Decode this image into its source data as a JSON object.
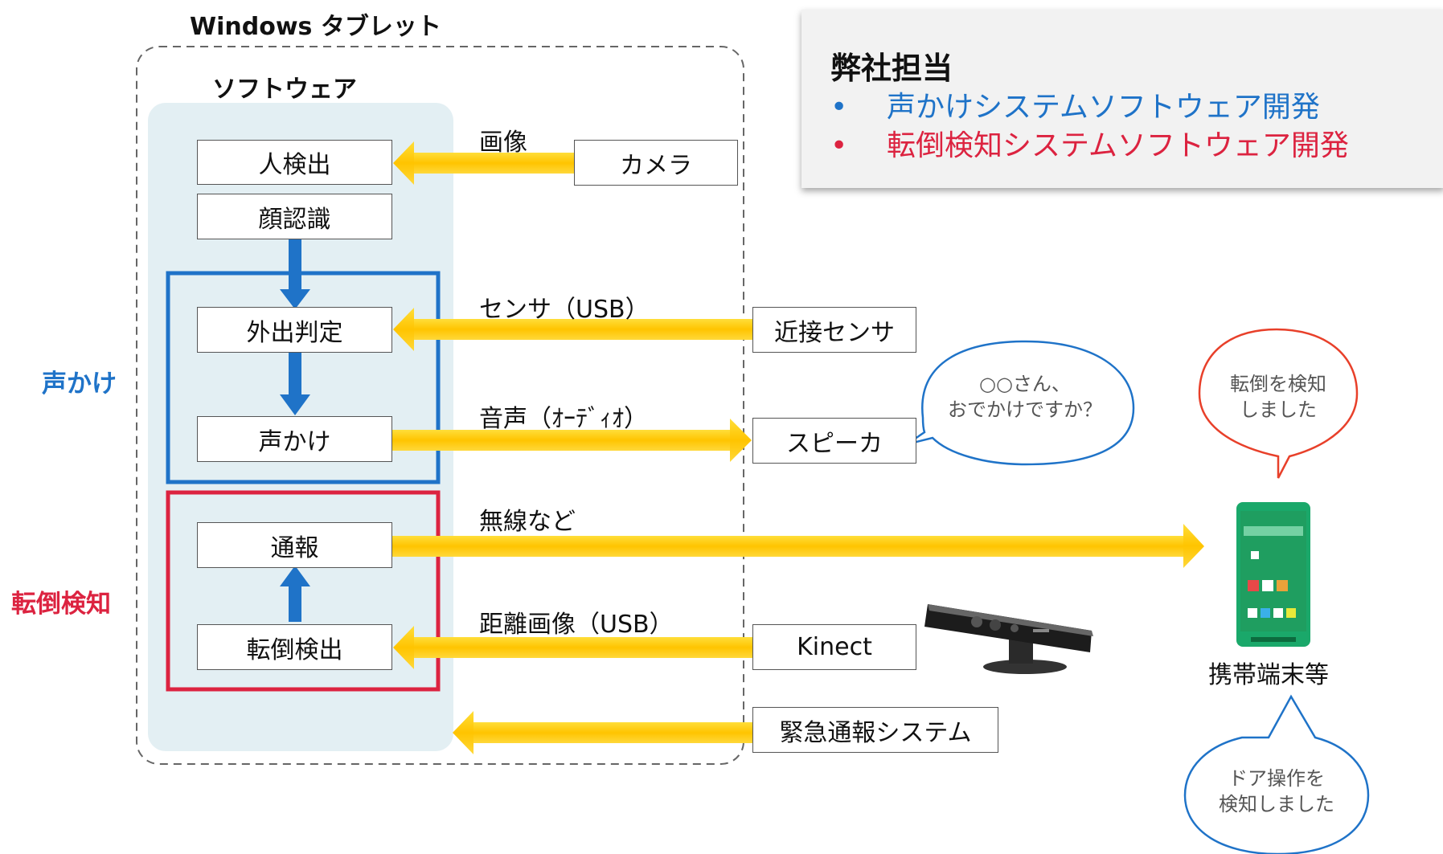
{
  "titles": {
    "windows_tablet": "Windows タブレット",
    "software": "ソフトウェア"
  },
  "side_labels": {
    "voice_call": "声かけ",
    "fall_detect": "転倒検知"
  },
  "modules": {
    "person_detect": "人検出",
    "face_recog": "顔認識",
    "outing_judge": "外出判定",
    "voice_call": "声かけ",
    "report": "通報",
    "fall_detect": "転倒検出"
  },
  "devices": {
    "camera": "カメラ",
    "proximity_sensor": "近接センサ",
    "speaker": "スピーカ",
    "kinect": "Kinect",
    "emergency_system": "緊急通報システム",
    "mobile": "携帯端末等"
  },
  "connections": {
    "image": "画像",
    "sensor_usb": "センサ（USB）",
    "audio": "音声（ｵｰﾃﾞｨｵ）",
    "wireless": "無線など",
    "depth_usb": "距離画像（USB）"
  },
  "bubbles": {
    "speaker_line1": "○○さん、",
    "speaker_line2": "おでかけですか？",
    "fall_line1": "転倒を検知",
    "fall_line2": "しました",
    "door_line1": "ドア操作を",
    "door_line2": "検知しました"
  },
  "info_panel": {
    "title": "弊社担当",
    "items": [
      {
        "bullet": "•",
        "text": "声かけシステムソフトウェア開発",
        "color": "#1f73c8"
      },
      {
        "bullet": "•",
        "text": "転倒検知システムソフトウェア開発",
        "color": "#dc2340"
      }
    ]
  },
  "colors": {
    "blue": "#1f73c8",
    "red": "#dc2340",
    "arrow_yellow": "#ffd200",
    "panel_bg": "#e3eff3"
  },
  "icons": {
    "kinect": "kinect-sensor-image",
    "phone": "smartphone-image"
  }
}
